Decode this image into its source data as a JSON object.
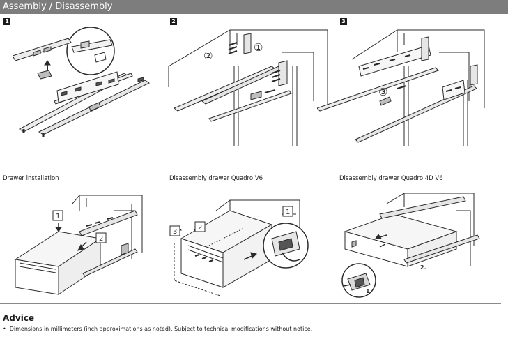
{
  "header": {
    "title": "Assembly / Disassembly"
  },
  "steps": [
    {
      "label": "1",
      "color": "#1a1a1a"
    },
    {
      "label": "2",
      "color": "#1a1a1a"
    },
    {
      "label": "3",
      "color": "#1a1a1a"
    }
  ],
  "callouts": {
    "step2_a": "②",
    "step2_b": "①",
    "step3_a": "③"
  },
  "captions": {
    "left": "Drawer installation",
    "middle": "Disassembly drawer Quadro V6",
    "right": "Disassembly drawer Quadro 4D V6"
  },
  "labels": {
    "install_1": "1",
    "install_2": "2",
    "quadro_1": "1",
    "quadro_2": "2",
    "quadro_3": "3",
    "quadro4d_1": "1.",
    "quadro4d_2": "2."
  },
  "advice": {
    "title": "Advice",
    "bullet_mark": "•",
    "bullet_1": "Dimensions in millimeters (inch approximations as noted). Subject to technical modifications without notice."
  }
}
